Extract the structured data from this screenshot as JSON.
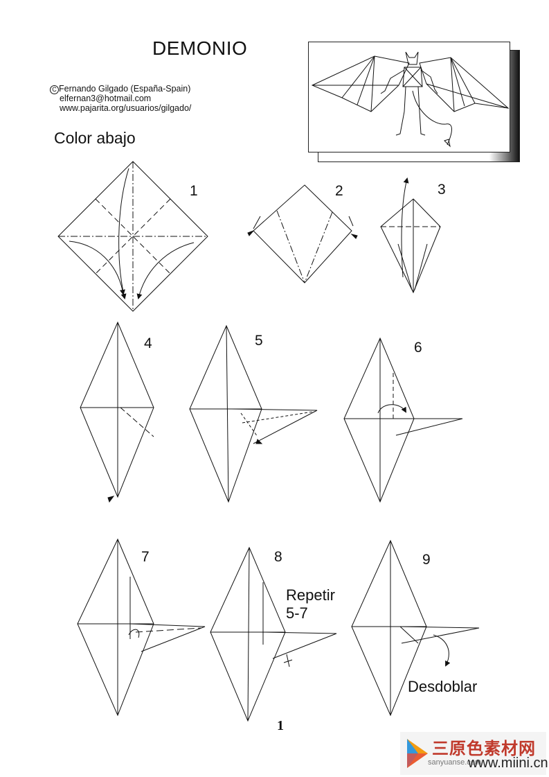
{
  "title": "DEMONIO",
  "credit": {
    "author": "Fernando Gilgado (España-Spain)",
    "copyright_symbol": "C",
    "email": "elfernan3@hotmail.com",
    "website": "www.pajarita.org/usuarios/gilgado/"
  },
  "color_note": "Color abajo",
  "steps": [
    "1",
    "2",
    "3",
    "4",
    "5",
    "6",
    "7",
    "8",
    "9"
  ],
  "repeat_note": {
    "line1": "Repetir",
    "line2": "5-7"
  },
  "unfold_note": "Desdoblar",
  "page_number": "1",
  "watermark": {
    "cn_text": "三原色素材网",
    "latin_text": "sanyuanse.com",
    "url": "www.miini.cn"
  },
  "colors": {
    "line": "#111111",
    "paper": "#ffffff",
    "watermark_red": "#c0392b"
  }
}
